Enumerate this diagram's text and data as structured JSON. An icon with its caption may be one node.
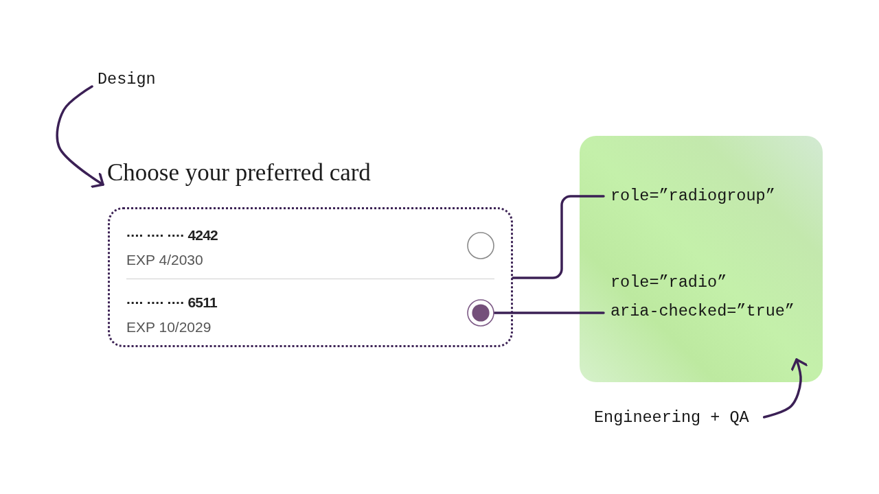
{
  "diagram": {
    "nodes": [
      {
        "text": [
          "Design"
        ]
      },
      {
        "text": [
          "Choose your preferred card"
        ]
      },
      {
        "text": [
          "···· ···· ···· 4242",
          "EXP 4/2030",
          "···· ···· ···· 6511",
          "EXP 10/2029"
        ]
      },
      {
        "text": [],
        "shape": "circle",
        "in": 2
      },
      {
        "text": [],
        "shape": "circle",
        "in": 2
      },
      {
        "text": [],
        "shape": "box"
      },
      {
        "text": [
          "role=”radiogroup”"
        ],
        "in": 5
      },
      {
        "text": [
          "role=”radio” aria-checked=”true”"
        ],
        "in": 5
      },
      {
        "text": [
          "Engineering + QA"
        ]
      }
    ],
    "edges": [
      {
        "from": 0,
        "to": 1,
        "arrow": "to"
      },
      {
        "from": 2,
        "to": 6,
        "arrow": "none"
      },
      {
        "from": 4,
        "to": 7,
        "arrow": "none"
      },
      {
        "from": 8,
        "to": 5,
        "arrow": "to"
      }
    ]
  }
}
